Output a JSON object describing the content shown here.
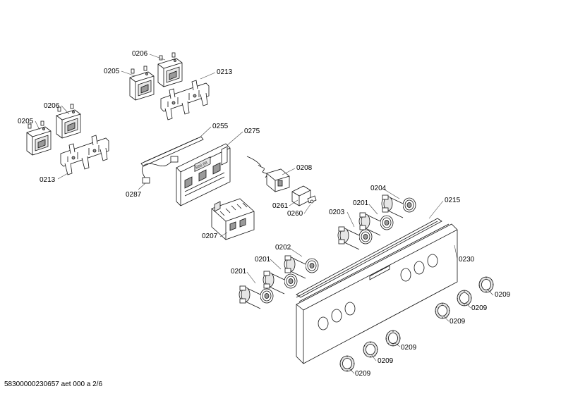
{
  "labels": {
    "l0206a": "0206",
    "l0205a": "0205",
    "l0213a": "0213",
    "l0206b": "0206",
    "l0205b": "0205",
    "l0213b": "0213",
    "l0255": "0255",
    "l0275": "0275",
    "l0287": "0287",
    "l0208": "0208",
    "l0261": "0261",
    "l0260": "0260",
    "l0207": "0207",
    "l0204": "0204",
    "l0201a": "0201",
    "l0203": "0203",
    "l0215": "0215",
    "l0230": "0230",
    "l0202": "0202",
    "l0201b": "0201",
    "l0201c": "0201",
    "l0209a": "0209",
    "l0209b": "0209",
    "l0209c": "0209",
    "l0209d": "0209",
    "l0209e": "0209",
    "l0209f": "0209"
  },
  "footer": "58300000230657 aet 000 a 2/6"
}
